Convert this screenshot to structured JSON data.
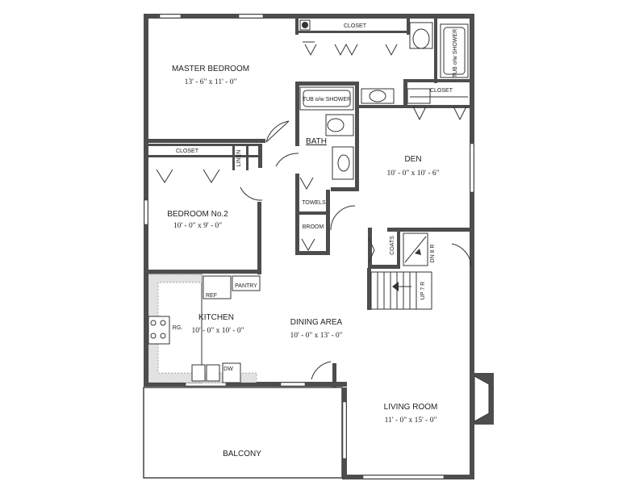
{
  "rooms": {
    "master_bedroom": {
      "name": "MASTER BEDROOM",
      "dims": "13' - 6\" x 11' - 0\""
    },
    "bedroom2": {
      "name": "BEDROOM No.2",
      "dims": "10' - 0\" x 9' - 0\""
    },
    "den": {
      "name": "DEN",
      "dims": "10' - 0\" x 10' - 6\""
    },
    "kitchen": {
      "name": "KITCHEN",
      "dims": "10' - 0\" x 10' - 0\""
    },
    "dining": {
      "name": "DINING AREA",
      "dims": "10' - 0\" x 13' - 0\""
    },
    "living": {
      "name": "LIVING ROOM",
      "dims": "11' - 0\" x 15' - 0\""
    },
    "balcony": {
      "name": "BALCONY"
    },
    "bath": {
      "name": "BATH"
    }
  },
  "fixtures": {
    "closet_master": "CLOSET",
    "closet_bed2": "CLOSET",
    "closet_den": "CLOSET",
    "linen": "LINEN",
    "tub_bath": "TUB o/w SHOWER",
    "tub_master": "TUB o/w SHOWER",
    "towels": "TOWELS",
    "broom": "BROOM",
    "coats": "COATS",
    "pantry": "PANTRY",
    "ref": "REF",
    "range": "RG.",
    "dw": "DW",
    "stair_up": "UP 7 R",
    "stair_down": "DN 8 R"
  }
}
